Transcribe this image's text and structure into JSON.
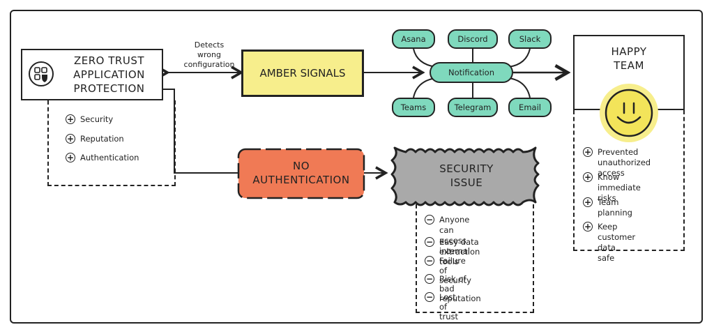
{
  "ztap": {
    "title_lines": [
      "ZERO TRUST",
      "APPLICATION",
      "PROTECTION"
    ],
    "icon": "shield-grid-icon",
    "items": [
      "Security",
      "Reputation",
      "Authentication"
    ]
  },
  "amber": {
    "label": "AMBER SIGNALS",
    "color": "#f7ee8c"
  },
  "edge_label": {
    "lines": [
      "Detects",
      "wrong",
      "configuration"
    ]
  },
  "notification": {
    "hub": "Notification",
    "channels": [
      "Asana",
      "Discord",
      "Slack",
      "Teams",
      "Telegram",
      "Email"
    ],
    "color": "#7fd9bd"
  },
  "happy": {
    "title_lines": [
      "HAPPY",
      "TEAM"
    ],
    "icon": "smiley-face-icon",
    "items": [
      [
        "Prevented",
        "unauthorized access"
      ],
      [
        "Know immediate",
        "risks"
      ],
      [
        "Team planning"
      ],
      [
        "Keep customer data",
        "safe"
      ]
    ]
  },
  "no_auth": {
    "lines": [
      "NO",
      "AUTHENTICATION"
    ],
    "color": "#f07a55"
  },
  "security_issue": {
    "title_lines": [
      "SECURITY",
      "ISSUE"
    ],
    "color": "#a9a9a9",
    "items": [
      [
        "Anyone can access",
        "internal tools"
      ],
      [
        "Easy data extraction"
      ],
      [
        "Failure of security"
      ],
      [
        "Risk of bad reputation"
      ],
      [
        "Lost of trust"
      ]
    ]
  }
}
